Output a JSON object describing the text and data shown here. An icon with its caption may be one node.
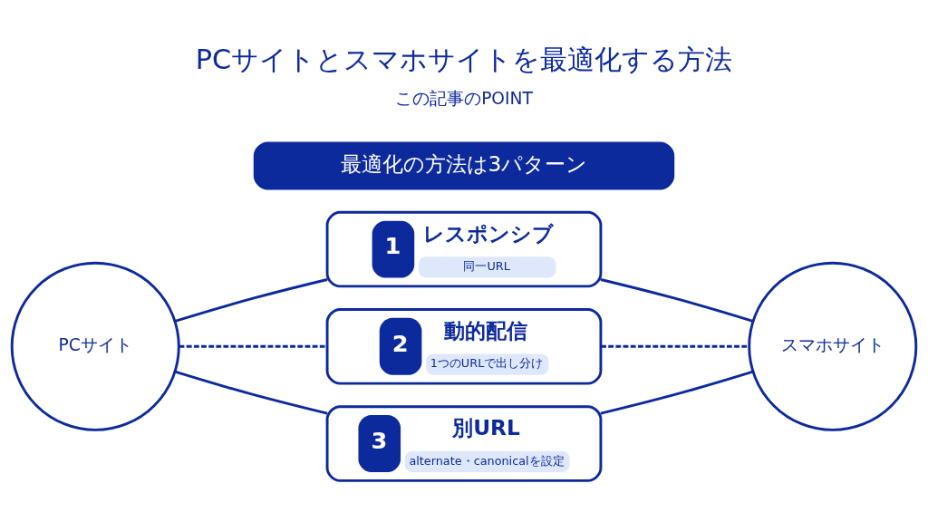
{
  "diagram": {
    "title": "PCサイトとスマホサイトを最適化する方法",
    "nodes": [
      {
        "text": [
          "PCサイト"
        ]
      },
      {
        "text": [
          "1",
          "レスポンシブ",
          "同一URL"
        ]
      },
      {
        "text": [
          "2",
          "動的配信",
          "1つのURLで出し分け"
        ]
      },
      {
        "text": [
          "3",
          "別URL",
          "alternate・canonicalを設定"
        ]
      },
      {
        "text": [
          "スマホサイト"
        ]
      },
      {
        "text": [
          "最適化の方法は3パターン"
        ]
      }
    ],
    "edges": [
      {
        "from": 0,
        "to": 1,
        "arrow": "none"
      },
      {
        "from": 0,
        "to": 2,
        "arrow": "none",
        "style": "dashed"
      },
      {
        "from": 0,
        "to": 3,
        "arrow": "none"
      },
      {
        "from": 1,
        "to": 4,
        "arrow": "none"
      },
      {
        "from": 2,
        "to": 4,
        "arrow": "none",
        "style": "dashed"
      },
      {
        "from": 3,
        "to": 4,
        "arrow": "none"
      }
    ],
    "labels": [
      "この記事のPOINT"
    ]
  }
}
